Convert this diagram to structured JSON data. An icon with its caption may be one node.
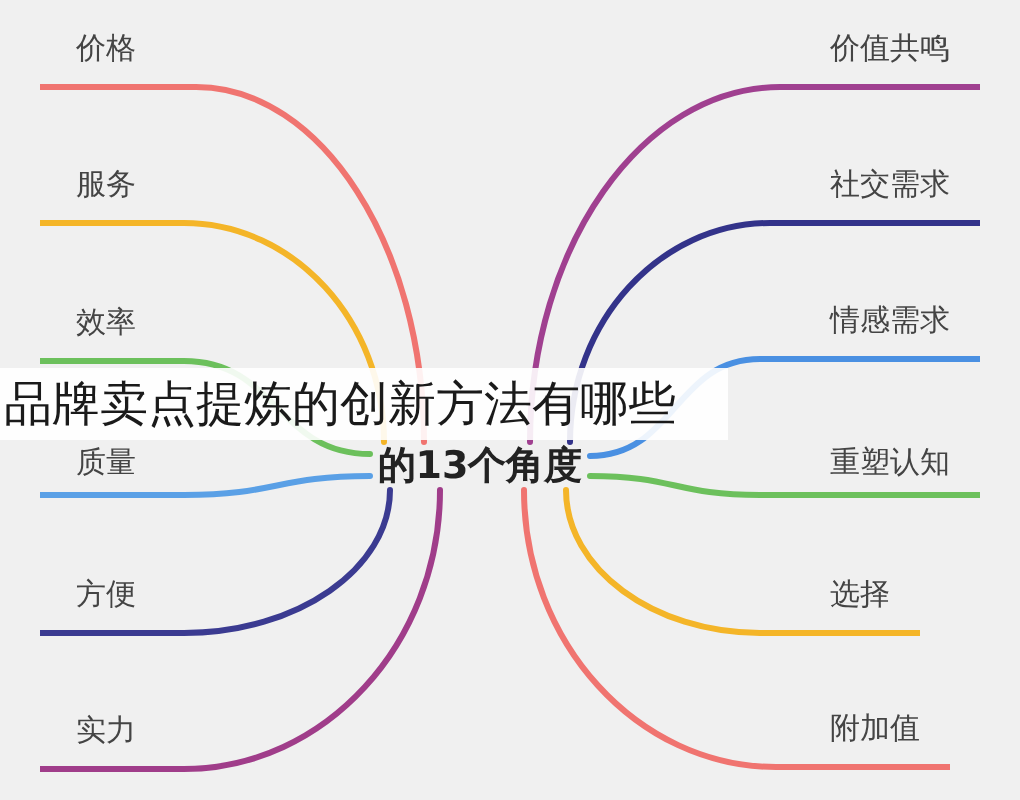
{
  "diagram": {
    "title": "品牌卖点提炼的创新方法有哪些",
    "nodes": [
      {
        "text": [
          "的13个角度"
        ]
      },
      {
        "text": [
          "价格"
        ]
      },
      {
        "text": [
          "服务"
        ]
      },
      {
        "text": [
          "效率"
        ]
      },
      {
        "text": [
          "质量"
        ]
      },
      {
        "text": [
          "方便"
        ]
      },
      {
        "text": [
          "实力"
        ]
      },
      {
        "text": [
          "价值共鸣"
        ]
      },
      {
        "text": [
          "社交需求"
        ]
      },
      {
        "text": [
          "情感需求"
        ]
      },
      {
        "text": [
          "重塑认知"
        ]
      },
      {
        "text": [
          "选择"
        ]
      },
      {
        "text": [
          "附加值"
        ]
      }
    ],
    "edges": [
      {
        "from": 0,
        "to": 1,
        "arrow": "none",
        "color": "#f07470"
      },
      {
        "from": 0,
        "to": 2,
        "arrow": "none",
        "color": "#f4b528"
      },
      {
        "from": 0,
        "to": 3,
        "arrow": "none",
        "color": "#6cc05c"
      },
      {
        "from": 0,
        "to": 4,
        "arrow": "none",
        "color": "#5aa0e6"
      },
      {
        "from": 0,
        "to": 5,
        "arrow": "none",
        "color": "#3b3b91"
      },
      {
        "from": 0,
        "to": 6,
        "arrow": "none",
        "color": "#a03d8a"
      },
      {
        "from": 0,
        "to": 7,
        "arrow": "none",
        "color": "#a04090"
      },
      {
        "from": 0,
        "to": 8,
        "arrow": "none",
        "color": "#33338a"
      },
      {
        "from": 0,
        "to": 9,
        "arrow": "none",
        "color": "#4a90e2"
      },
      {
        "from": 0,
        "to": 10,
        "arrow": "none",
        "color": "#6cc05c"
      },
      {
        "from": 0,
        "to": 11,
        "arrow": "none",
        "color": "#f4b528"
      },
      {
        "from": 0,
        "to": 12,
        "arrow": "none",
        "color": "#f07470"
      }
    ]
  }
}
